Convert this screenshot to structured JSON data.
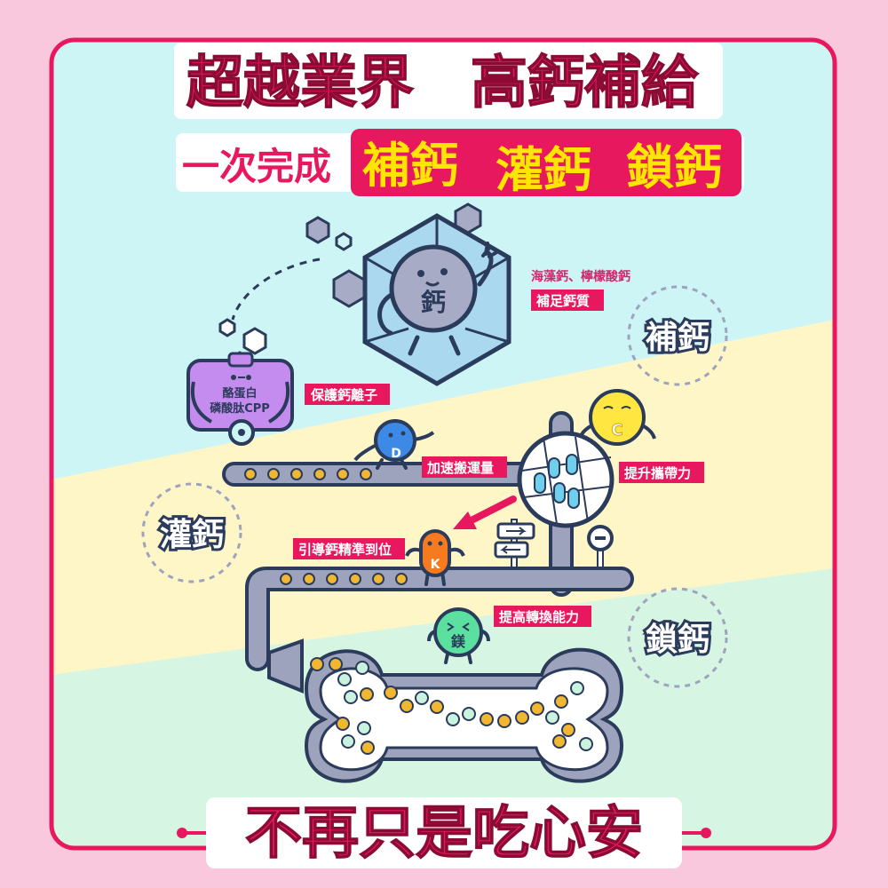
{
  "title": {
    "line1_left": "超越業界",
    "line1_right": "高鈣補給",
    "line2_prefix": "一次完成",
    "line2_words": [
      "補鈣",
      "灌鈣",
      "鎖鈣"
    ]
  },
  "footer": {
    "text": "不再只是吃心安"
  },
  "stages": {
    "supplement": "補鈣",
    "infuse": "灌鈣",
    "lock": "鎖鈣"
  },
  "characters": {
    "calcium": "鈣",
    "cpp": [
      "酪蛋白",
      "磷酸肽CPP"
    ],
    "vitamin_d": "D",
    "vitamin_c": "C",
    "vitamin_k": "K",
    "magnesium": "鎂"
  },
  "labels": {
    "sources": "海藻鈣、檸檬酸鈣",
    "supplement_quality": "補足鈣質",
    "protect_ions": "保護鈣離子",
    "speed_transport": "加速搬運量",
    "improve_carry": "提升攜帶力",
    "guide_position": "引導鈣精準到位",
    "improve_conversion": "提高轉換能力"
  },
  "colors": {
    "pink": "#e8185e",
    "magenta": "#d3266e",
    "yellow": "#ffe600",
    "navy": "#2b3b5b",
    "pipe": "#9ea3bd",
    "gold": "#f2b731",
    "mint": "#c9f3df",
    "bg_cyan": "#cdf5f6",
    "bg_cream": "#fff6c8",
    "bg_mint": "#d6f6e3"
  }
}
